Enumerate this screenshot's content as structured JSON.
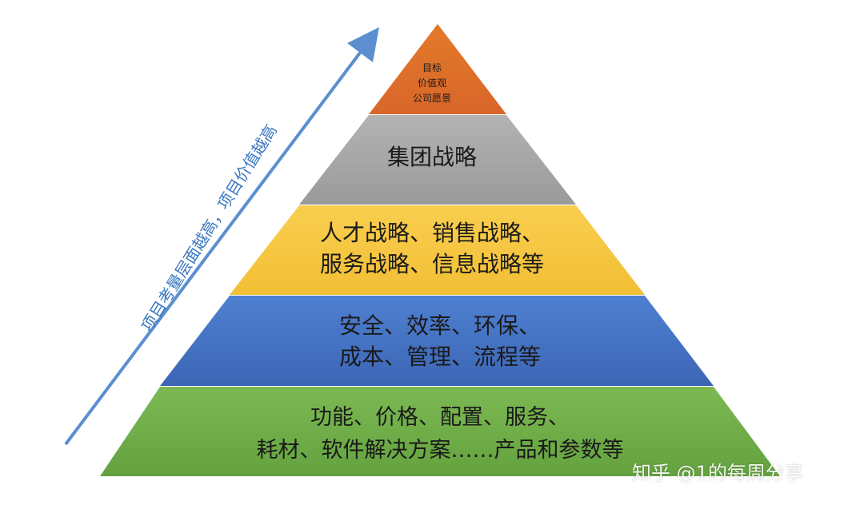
{
  "pyramid": {
    "tiers": [
      {
        "lines": [
          "目标",
          "价值观",
          "公司愿景"
        ],
        "color": "#e67a2c"
      },
      {
        "lines": [
          "集团战略"
        ],
        "color": "#a9a9a9"
      },
      {
        "lines": [
          "人才战略、销售战略、",
          "服务战略、信息战略等"
        ],
        "color": "#f6c744"
      },
      {
        "lines": [
          "安全、效率、环保、",
          "成本、管理、流程等"
        ],
        "color": "#4472c4"
      },
      {
        "lines": [
          "功能、价格、配置、服务、",
          "耗材、软件解决方案……产品和参数等"
        ],
        "color": "#70ad47"
      }
    ]
  },
  "arrow": {
    "label": "项目考量层面越高，项目价值越高",
    "color": "#5b8fcf"
  },
  "watermark": "知乎 @1的每周分享"
}
